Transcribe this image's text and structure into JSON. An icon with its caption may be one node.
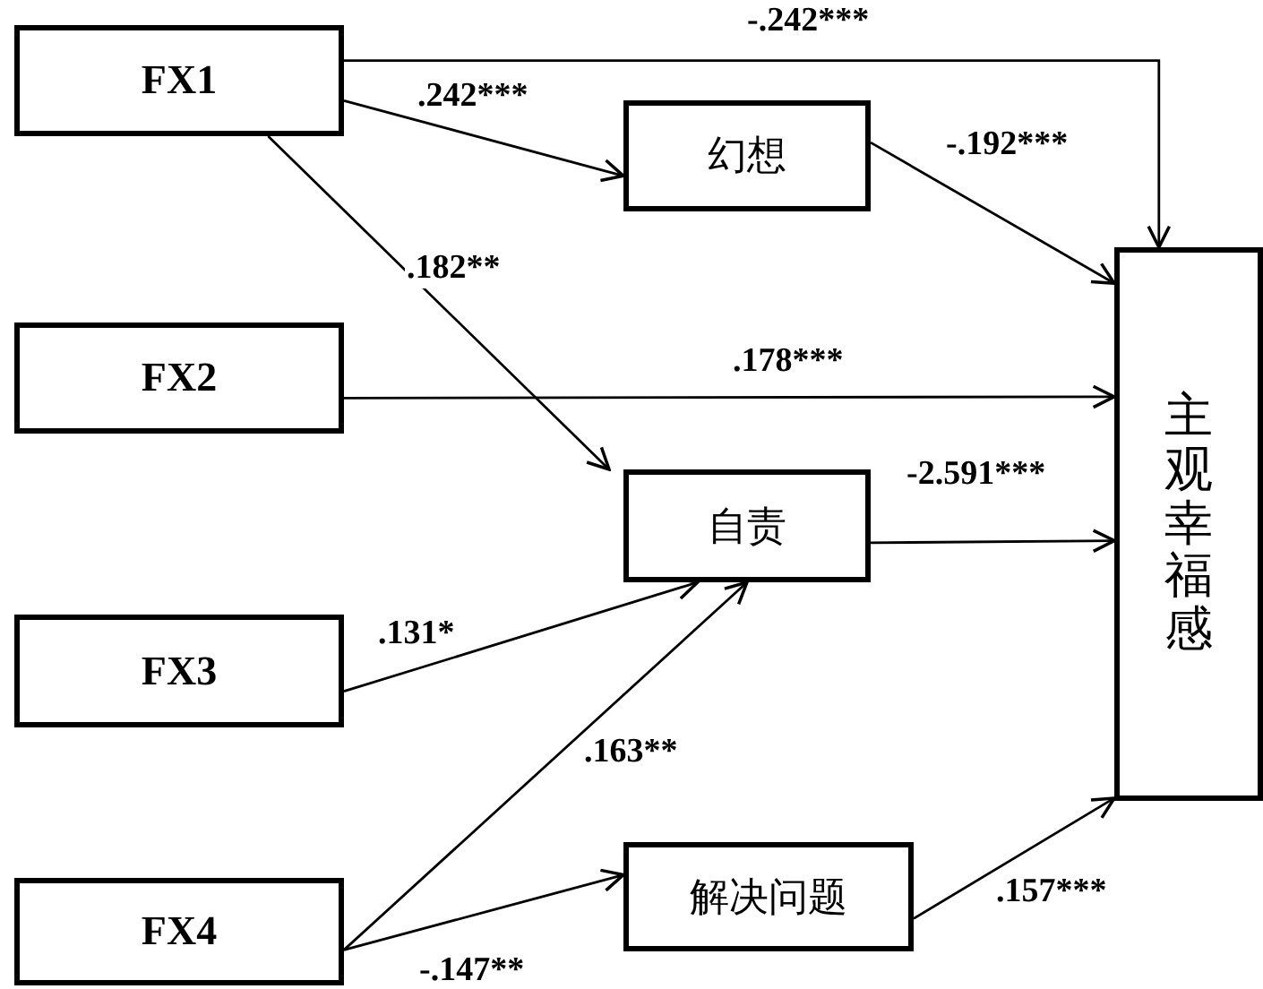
{
  "diagram": {
    "nodes": [
      {
        "text": [
          "FX1"
        ]
      },
      {
        "text": [
          "幻想"
        ]
      },
      {
        "text": [
          "FX2"
        ]
      },
      {
        "text": [
          "自责"
        ]
      },
      {
        "text": [
          "FX3"
        ]
      },
      {
        "text": [
          "FX4"
        ]
      },
      {
        "text": [
          "解决问题"
        ]
      },
      {
        "text": [
          "主观幸福感"
        ]
      }
    ],
    "edges": [
      {
        "from": 0,
        "to": 7,
        "arrow": "to",
        "label": "-.242***"
      },
      {
        "from": 0,
        "to": 1,
        "arrow": "to",
        "label": ".242***"
      },
      {
        "from": 0,
        "to": 3,
        "arrow": "to",
        "label": ".182**"
      },
      {
        "from": 2,
        "to": 7,
        "arrow": "to",
        "label": ".178***"
      },
      {
        "from": 1,
        "to": 7,
        "arrow": "to",
        "label": "-.192***"
      },
      {
        "from": 3,
        "to": 7,
        "arrow": "to",
        "label": "-2.591***"
      },
      {
        "from": 4,
        "to": 3,
        "arrow": "to",
        "label": ".131*"
      },
      {
        "from": 5,
        "to": 3,
        "arrow": "to",
        "label": ".163**"
      },
      {
        "from": 5,
        "to": 6,
        "arrow": "to",
        "label": "-.147**"
      },
      {
        "from": 6,
        "to": 7,
        "arrow": "to",
        "label": ".157***"
      }
    ]
  }
}
